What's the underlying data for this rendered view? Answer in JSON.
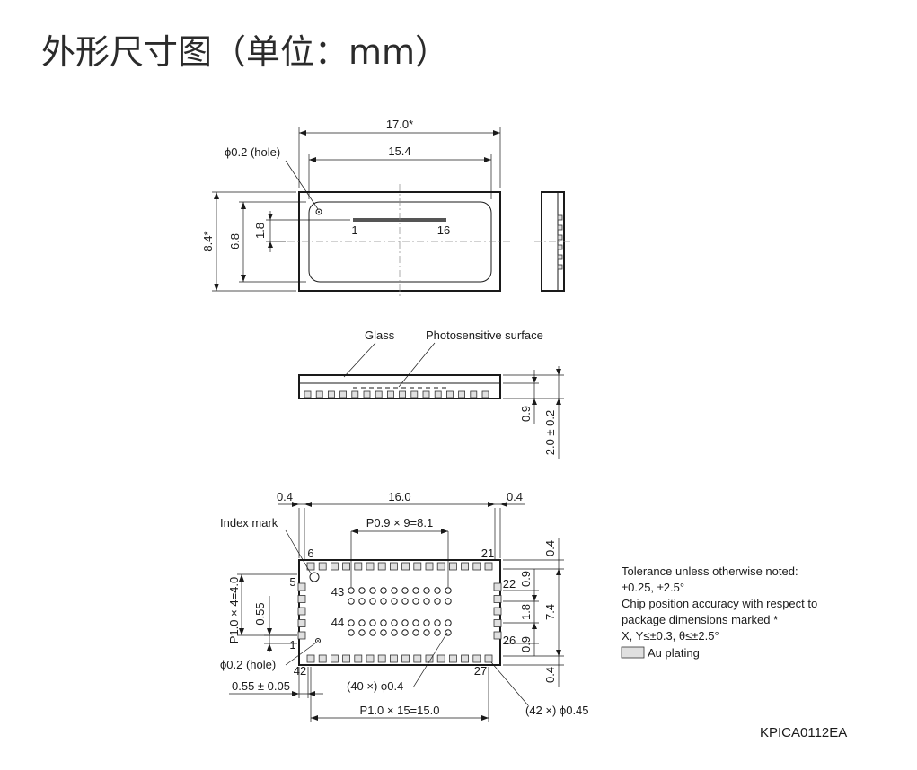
{
  "title": "外形尺寸图（单位：mm）",
  "top_view": {
    "width_outer": "17.0*",
    "width_window": "15.4",
    "hole": "ϕ0.2 (hole)",
    "height_outer": "8.4*",
    "height_window": "6.8",
    "pitch_row": "1.8",
    "pin_first": "1",
    "pin_last": "16"
  },
  "side_view": {
    "glass_label": "Glass",
    "surface_label": "Photosensitive surface",
    "dim_a": "0.9",
    "dim_b": "2.0 ± 0.2"
  },
  "bottom_view": {
    "edge_left": "0.4",
    "width": "16.0",
    "edge_right": "0.4",
    "index_mark": "Index mark",
    "pitch_bumps": "P0.9 × 9=8.1",
    "pin_6": "6",
    "pin_21": "21",
    "pin_5": "5",
    "pin_22": "22",
    "pin_43": "43",
    "pin_44": "44",
    "pin_1": "1",
    "pin_26": "26",
    "pin_42": "42",
    "pin_27": "27",
    "pitch_side": "P1.0 × 4=4.0",
    "dim_055": "0.55",
    "hole": "ϕ0.2 (hole)",
    "dim_055_tol": "0.55 ± 0.05",
    "bumps_count": "(40 ×) ϕ0.4",
    "pitch_bottom": "P1.0 × 15=15.0",
    "pads_count": "(42 ×) ϕ0.45",
    "dim_04_top": "0.4",
    "dim_09_top": "0.9",
    "dim_18": "1.8",
    "dim_74": "7.4",
    "dim_09_bot": "0.9",
    "dim_04_bot": "0.4"
  },
  "notes": {
    "line1": "Tolerance unless otherwise noted:",
    "line2": "±0.25, ±2.5°",
    "line3": "Chip position accuracy with respect to",
    "line4": "package dimensions marked *",
    "line5": "X, Y≤±0.3, θ≤±2.5°",
    "legend": "Au plating"
  },
  "doc_code": "KPICA0112EA"
}
